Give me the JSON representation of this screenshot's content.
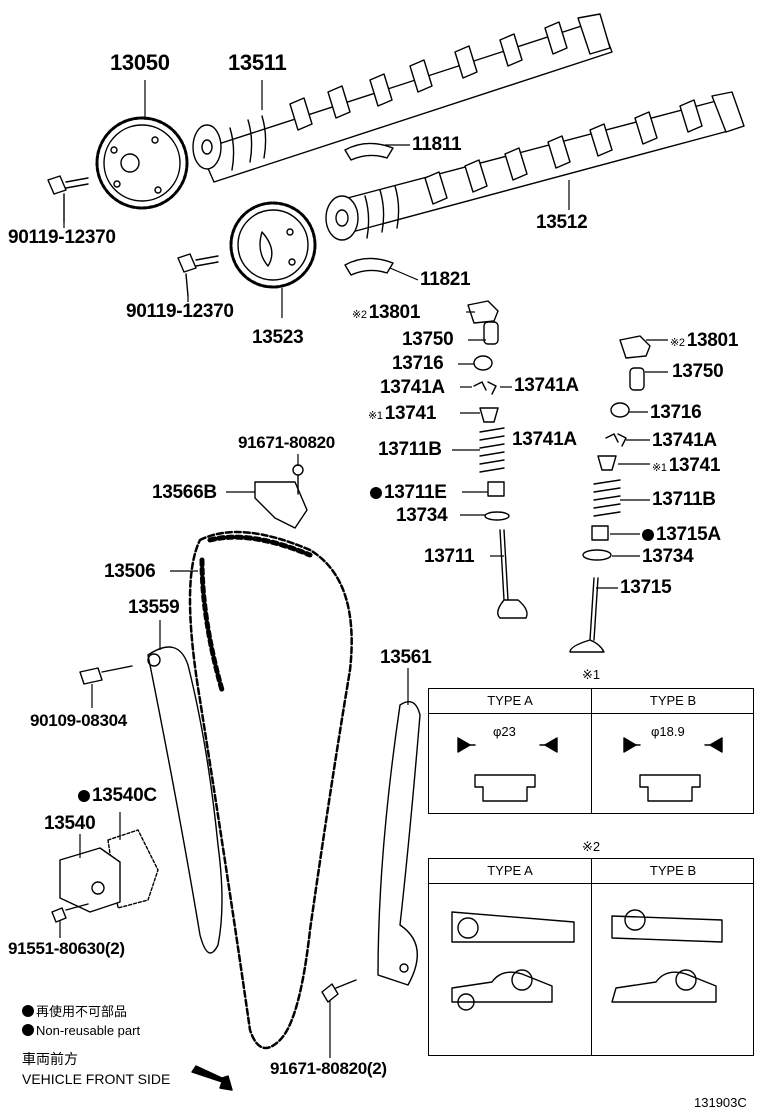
{
  "parts": {
    "p13050": "13050",
    "p13511": "13511",
    "p11811": "11811",
    "p13512": "13512",
    "p11821": "11821",
    "p90119a": "90119-12370",
    "p90119b": "90119-12370",
    "p13523": "13523",
    "p13801a": "13801",
    "p13750a": "13750",
    "p13716a": "13716",
    "p13741Aa": "13741A",
    "p13741Ab": "13741A",
    "p13741a": "13741",
    "p13711Ba": "13711B",
    "p13711E": "13711E",
    "p13734a": "13734",
    "p13711": "13711",
    "p13801b": "13801",
    "p13750b": "13750",
    "p13716b": "13716",
    "p13741Ac": "13741A",
    "p13741Ad": "13741A",
    "p13741b": "13741",
    "p13711Bb": "13711B",
    "p13715A": "13715A",
    "p13734b": "13734",
    "p13715": "13715",
    "p91671a": "91671-80820",
    "p13566B": "13566B",
    "p13506": "13506",
    "p13559": "13559",
    "p90109": "90109-08304",
    "p13540C": "13540C",
    "p13540": "13540",
    "p91551": "91551-80630(2)",
    "p13561": "13561",
    "p91671b": "91671-80820(2)"
  },
  "marks": {
    "m1": "※1",
    "m2": "※2"
  },
  "table1": {
    "mark": "※1",
    "type_a": "TYPE A",
    "type_b": "TYPE B",
    "dim_a": "φ23",
    "dim_b": "φ18.9"
  },
  "table2": {
    "mark": "※2",
    "type_a": "TYPE A",
    "type_b": "TYPE B"
  },
  "legend": {
    "jp_label": "再使用不可部品",
    "en_label": "Non-reusable part",
    "front_jp": "車両前方",
    "front_en": "VEHICLE FRONT SIDE"
  },
  "diagram_code": "131903C"
}
